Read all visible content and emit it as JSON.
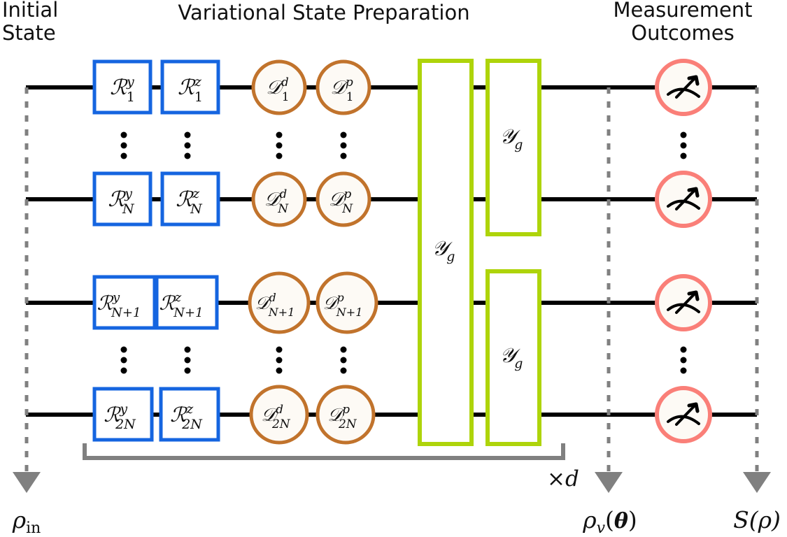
{
  "figure": {
    "type": "quantum-circuit-diagram",
    "title_sections": {
      "initial_state": "Initial\nState",
      "initial_state_line1": "Initial",
      "initial_state_line2": "State",
      "variational": "Variational State Preparation",
      "measurement_line1": "Measurement",
      "measurement_line2": "Outcomes"
    },
    "colors": {
      "rotation_gate_border": "#1565e0",
      "displacement_gate_border": "#c1732c",
      "displacement_gate_fill": "#fdfaf5",
      "entangler_border": "#aed40a",
      "measurement_border": "#fa7f78",
      "measurement_fill": "#fdfaf5",
      "wire": "#000000",
      "dashed_guide": "#808080",
      "bracket": "#808080",
      "text": "#111111",
      "background": "#ffffff"
    },
    "wires": [
      {
        "id": "w1",
        "index_label": "1"
      },
      {
        "id": "w2",
        "index_label": "N"
      },
      {
        "id": "w3",
        "index_label": "N+1"
      },
      {
        "id": "w4",
        "index_label": "2N"
      }
    ],
    "columns": [
      {
        "id": "col-ry",
        "kind": "rotation",
        "symbol": "R",
        "superscript": "y"
      },
      {
        "id": "col-rz",
        "kind": "rotation",
        "symbol": "R",
        "superscript": "z"
      },
      {
        "id": "col-dd",
        "kind": "displacement",
        "symbol": "D",
        "superscript": "d"
      },
      {
        "id": "col-dp",
        "kind": "displacement",
        "symbol": "D",
        "superscript": "p"
      }
    ],
    "gates": {
      "row1": [
        {
          "name": "ry-1",
          "base": "R",
          "sup": "y",
          "sub": "1"
        },
        {
          "name": "rz-1",
          "base": "R",
          "sup": "z",
          "sub": "1"
        },
        {
          "name": "dd-1",
          "base": "D",
          "sup": "d",
          "sub": "1"
        },
        {
          "name": "dp-1",
          "base": "D",
          "sup": "p",
          "sub": "1"
        }
      ],
      "row2": [
        {
          "name": "ry-N",
          "base": "R",
          "sup": "y",
          "sub": "N"
        },
        {
          "name": "rz-N",
          "base": "R",
          "sup": "z",
          "sub": "N"
        },
        {
          "name": "dd-N",
          "base": "D",
          "sup": "d",
          "sub": "N"
        },
        {
          "name": "dp-N",
          "base": "D",
          "sup": "p",
          "sub": "N"
        }
      ],
      "row3": [
        {
          "name": "ry-N1",
          "base": "R",
          "sup": "y",
          "sub": "N+1"
        },
        {
          "name": "rz-N1",
          "base": "R",
          "sup": "z",
          "sub": "N+1"
        },
        {
          "name": "dd-N1",
          "base": "D",
          "sup": "d",
          "sub": "N+1"
        },
        {
          "name": "dp-N1",
          "base": "D",
          "sup": "p",
          "sub": "N+1"
        }
      ],
      "row4": [
        {
          "name": "ry-2N",
          "base": "R",
          "sup": "y",
          "sub": "2N"
        },
        {
          "name": "rz-2N",
          "base": "R",
          "sup": "z",
          "sub": "2N"
        },
        {
          "name": "dd-2N",
          "base": "D",
          "sup": "d",
          "sub": "2N"
        },
        {
          "name": "dp-2N",
          "base": "D",
          "sup": "p",
          "sub": "2N"
        }
      ]
    },
    "entanglers": [
      {
        "name": "entangler-global",
        "base": "U",
        "sub": "g",
        "span": "all-wires"
      },
      {
        "name": "entangler-top",
        "base": "U",
        "sub": "g",
        "span": "wires-1-to-N"
      },
      {
        "name": "entangler-bottom",
        "base": "U",
        "sub": "g",
        "span": "wires-N1-to-2N"
      }
    ],
    "measurements": [
      {
        "name": "measure-1",
        "icon": "meter-icon"
      },
      {
        "name": "measure-N",
        "icon": "meter-icon"
      },
      {
        "name": "measure-N1",
        "icon": "meter-icon"
      },
      {
        "name": "measure-2N",
        "icon": "meter-icon"
      }
    ],
    "annotations": {
      "repeat_label": "×d",
      "rho_in": {
        "base": "ρ",
        "sub": "in"
      },
      "rho_v": {
        "base": "ρ",
        "sub": "v",
        "arg": "(𝜽)",
        "arg_plain": "(θ)"
      },
      "entropy": {
        "text": "S(ρ)"
      }
    },
    "vertical_dots": {
      "glyph": "⋮",
      "count_per_column": 3,
      "columns": [
        "col-ry",
        "col-rz",
        "col-dd",
        "col-dp",
        "col-measure"
      ]
    }
  }
}
